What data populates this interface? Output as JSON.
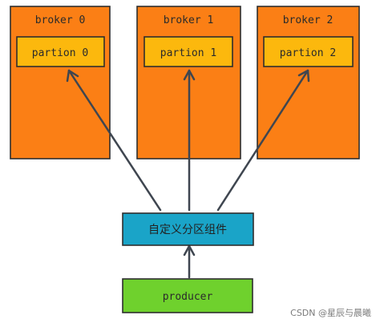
{
  "brokers": [
    {
      "name": "broker 0",
      "partition": "partion 0"
    },
    {
      "name": "broker 1",
      "partition": "partion 1"
    },
    {
      "name": "broker 2",
      "partition": "partion 2"
    }
  ],
  "partitioner": {
    "label": "自定义分区组件"
  },
  "producer": {
    "label": "producer"
  },
  "watermark": "CSDN @星辰与晨曦",
  "colors": {
    "broker": "#fb7f15",
    "partition": "#fcb80d",
    "partitioner": "#1aa4c8",
    "producer": "#6fd12d",
    "arrow": "#3f4650"
  }
}
